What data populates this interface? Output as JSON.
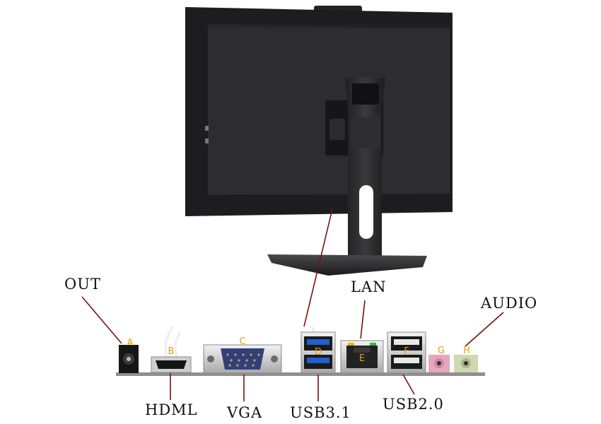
{
  "callouts": {
    "out": "OUT",
    "lan": "LAN",
    "audio": "AUDIO",
    "hdml": "HDML",
    "vga": "VGA",
    "usb31": "USB3.1",
    "usb20": "USB2.0"
  },
  "port_letters": {
    "a": "A",
    "b": "B",
    "c": "C",
    "d": "D",
    "e": "E",
    "f": "F",
    "g": "G",
    "h": "H"
  },
  "colors": {
    "leader_line": "#7a1010",
    "port_letter": "#e0a000",
    "monitor_body": "#2a2a2c",
    "usb3_blue": "#1f5fd0",
    "audio_pink": "#e7a6c0",
    "audio_green": "#cfd8b0"
  }
}
